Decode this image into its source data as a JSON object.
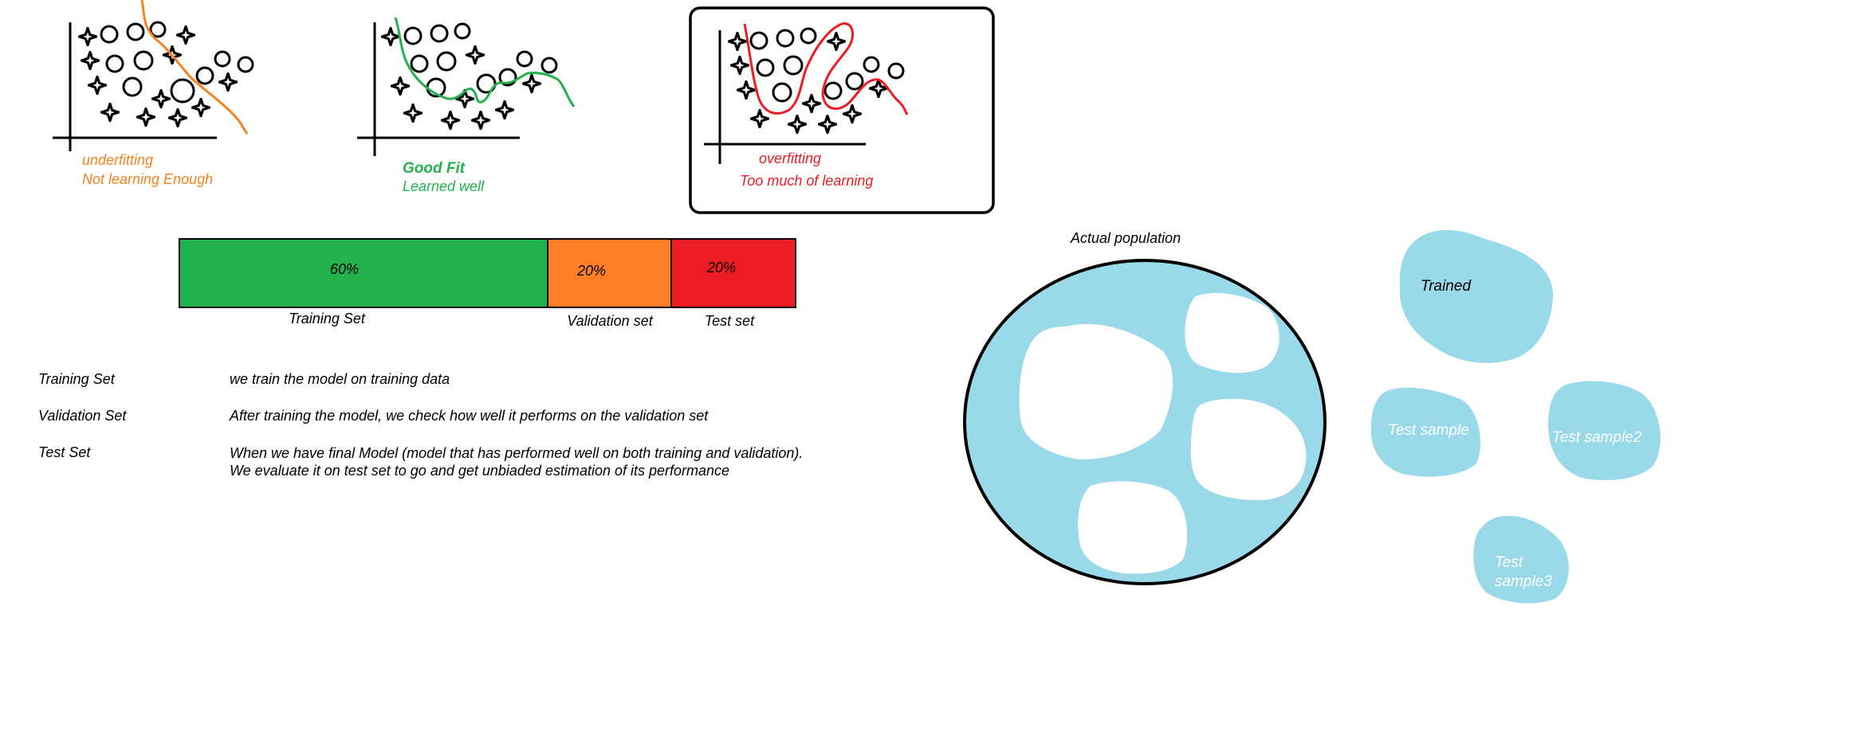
{
  "fit_panels": [
    {
      "line1": "underfitting",
      "line2": "Not learning Enough",
      "color": "#f58220"
    },
    {
      "line1": "Good Fit",
      "line2": "Learned well",
      "color": "#22b14c"
    },
    {
      "line1": "overfitting",
      "line2": "Too much of learning",
      "color": "#ed1c24"
    }
  ],
  "split_bar": {
    "segments": [
      {
        "value": "60%",
        "label": "Training Set",
        "color": "#22b14c",
        "fraction": 0.6
      },
      {
        "value": "20%",
        "label": "Validation set",
        "color": "#ff7f27",
        "fraction": 0.2
      },
      {
        "value": "20%",
        "label": "Test set",
        "color": "#ed1c24",
        "fraction": 0.2
      }
    ]
  },
  "definitions": [
    {
      "term": "Training Set",
      "lines": [
        "we train the model on training data"
      ]
    },
    {
      "term": "Validation Set",
      "lines": [
        "After training the model, we check how well it performs on the validation set"
      ]
    },
    {
      "term": "Test Set",
      "lines": [
        "When we have final Model (model that has performed well on both training and validation).",
        "We evaluate it on test set to go and get unbiaded estimation of its performance"
      ]
    }
  ],
  "population": {
    "title": "Actual population",
    "fill_color": "#99d9ea",
    "samples": [
      "Trained",
      "Test sample",
      "Test sample2",
      "Test sample3"
    ]
  }
}
